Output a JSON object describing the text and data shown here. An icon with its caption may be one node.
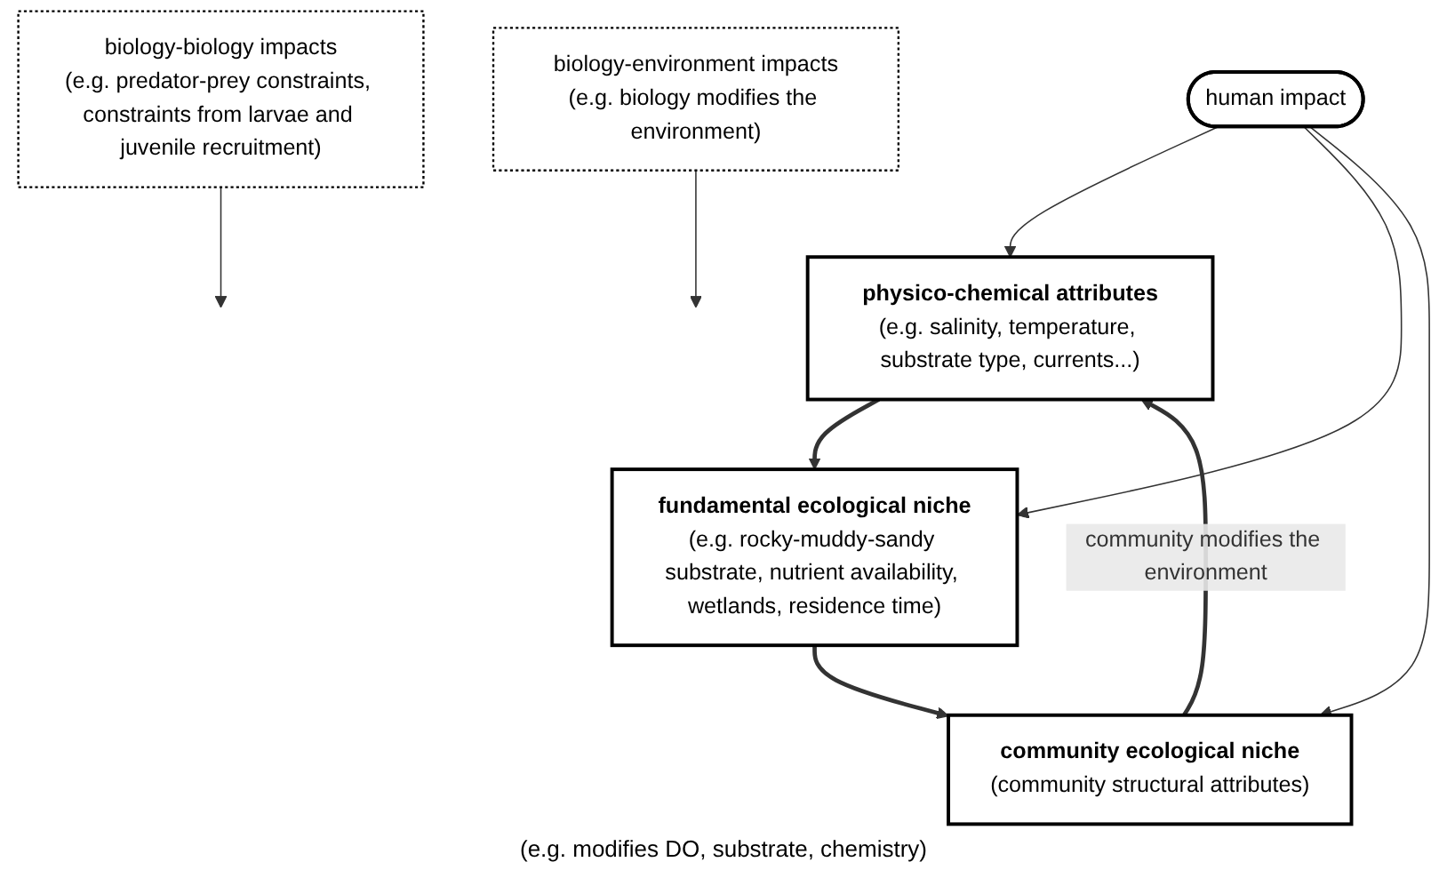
{
  "diagram": {
    "nodes": [
      {
        "text": [
          "physico-chemical attributes",
          "(e.g. salinity, temperature, substrate type, currents...)"
        ]
      },
      {
        "text": [
          "fundamental ecological niche",
          "(e.g. rocky-muddy-sandy substrate, nutrient availability, wetlands, residence time)"
        ]
      },
      {
        "text": [
          "biology-biology impacts",
          "(e.g. predator-prey constraints, constraints from larvae and juvenile recruitment)"
        ]
      },
      {
        "text": [
          "biology-environment impacts",
          "(e.g. biology modifies the environment)"
        ]
      },
      {
        "text": [
          "human impact"
        ]
      },
      {
        "text": [
          "community ecological niche",
          "(community structural attributes)"
        ]
      }
    ],
    "edges": [
      {
        "from": 0,
        "to": 1,
        "arrow": "to",
        "style": "thick"
      },
      {
        "from": 4,
        "to": 0,
        "arrow": "to"
      },
      {
        "from": 4,
        "to": 1,
        "arrow": "to"
      },
      {
        "from": 1,
        "to": 5,
        "arrow": "to",
        "style": "thick"
      },
      {
        "from": 2,
        "to": null,
        "arrow": "to"
      },
      {
        "from": 3,
        "to": null,
        "arrow": "to"
      },
      {
        "from": 4,
        "to": 5,
        "arrow": "to"
      },
      {
        "from": 5,
        "to": 0,
        "arrow": "to",
        "style": "thick",
        "label": "community modifies the environment"
      }
    ],
    "labels": [
      "(e.g. modifies DO, substrate, chemistry)"
    ]
  }
}
